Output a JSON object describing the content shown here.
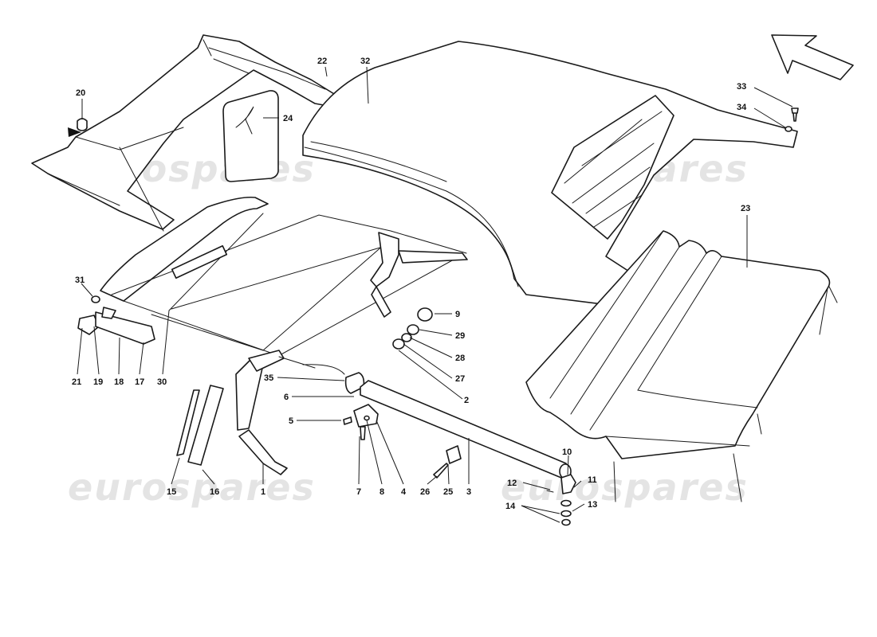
{
  "watermark": {
    "text": "eurospares"
  },
  "callouts": [
    {
      "id": "1",
      "label": "1"
    },
    {
      "id": "2",
      "label": "2"
    },
    {
      "id": "3",
      "label": "3"
    },
    {
      "id": "4",
      "label": "4"
    },
    {
      "id": "5",
      "label": "5"
    },
    {
      "id": "6",
      "label": "6"
    },
    {
      "id": "7",
      "label": "7"
    },
    {
      "id": "8",
      "label": "8"
    },
    {
      "id": "9",
      "label": "9"
    },
    {
      "id": "10",
      "label": "10"
    },
    {
      "id": "11",
      "label": "11"
    },
    {
      "id": "12",
      "label": "12"
    },
    {
      "id": "13",
      "label": "13"
    },
    {
      "id": "14",
      "label": "14"
    },
    {
      "id": "15",
      "label": "15"
    },
    {
      "id": "16",
      "label": "16"
    },
    {
      "id": "17",
      "label": "17"
    },
    {
      "id": "18",
      "label": "18"
    },
    {
      "id": "19",
      "label": "19"
    },
    {
      "id": "20",
      "label": "20"
    },
    {
      "id": "21",
      "label": "21"
    },
    {
      "id": "22",
      "label": "22"
    },
    {
      "id": "23",
      "label": "23"
    },
    {
      "id": "24",
      "label": "24"
    },
    {
      "id": "25",
      "label": "25"
    },
    {
      "id": "26",
      "label": "26"
    },
    {
      "id": "27",
      "label": "27"
    },
    {
      "id": "28",
      "label": "28"
    },
    {
      "id": "29",
      "label": "29"
    },
    {
      "id": "30",
      "label": "30"
    },
    {
      "id": "31",
      "label": "31"
    },
    {
      "id": "32",
      "label": "32"
    },
    {
      "id": "33",
      "label": "33"
    },
    {
      "id": "34",
      "label": "34"
    },
    {
      "id": "35",
      "label": "35"
    }
  ]
}
